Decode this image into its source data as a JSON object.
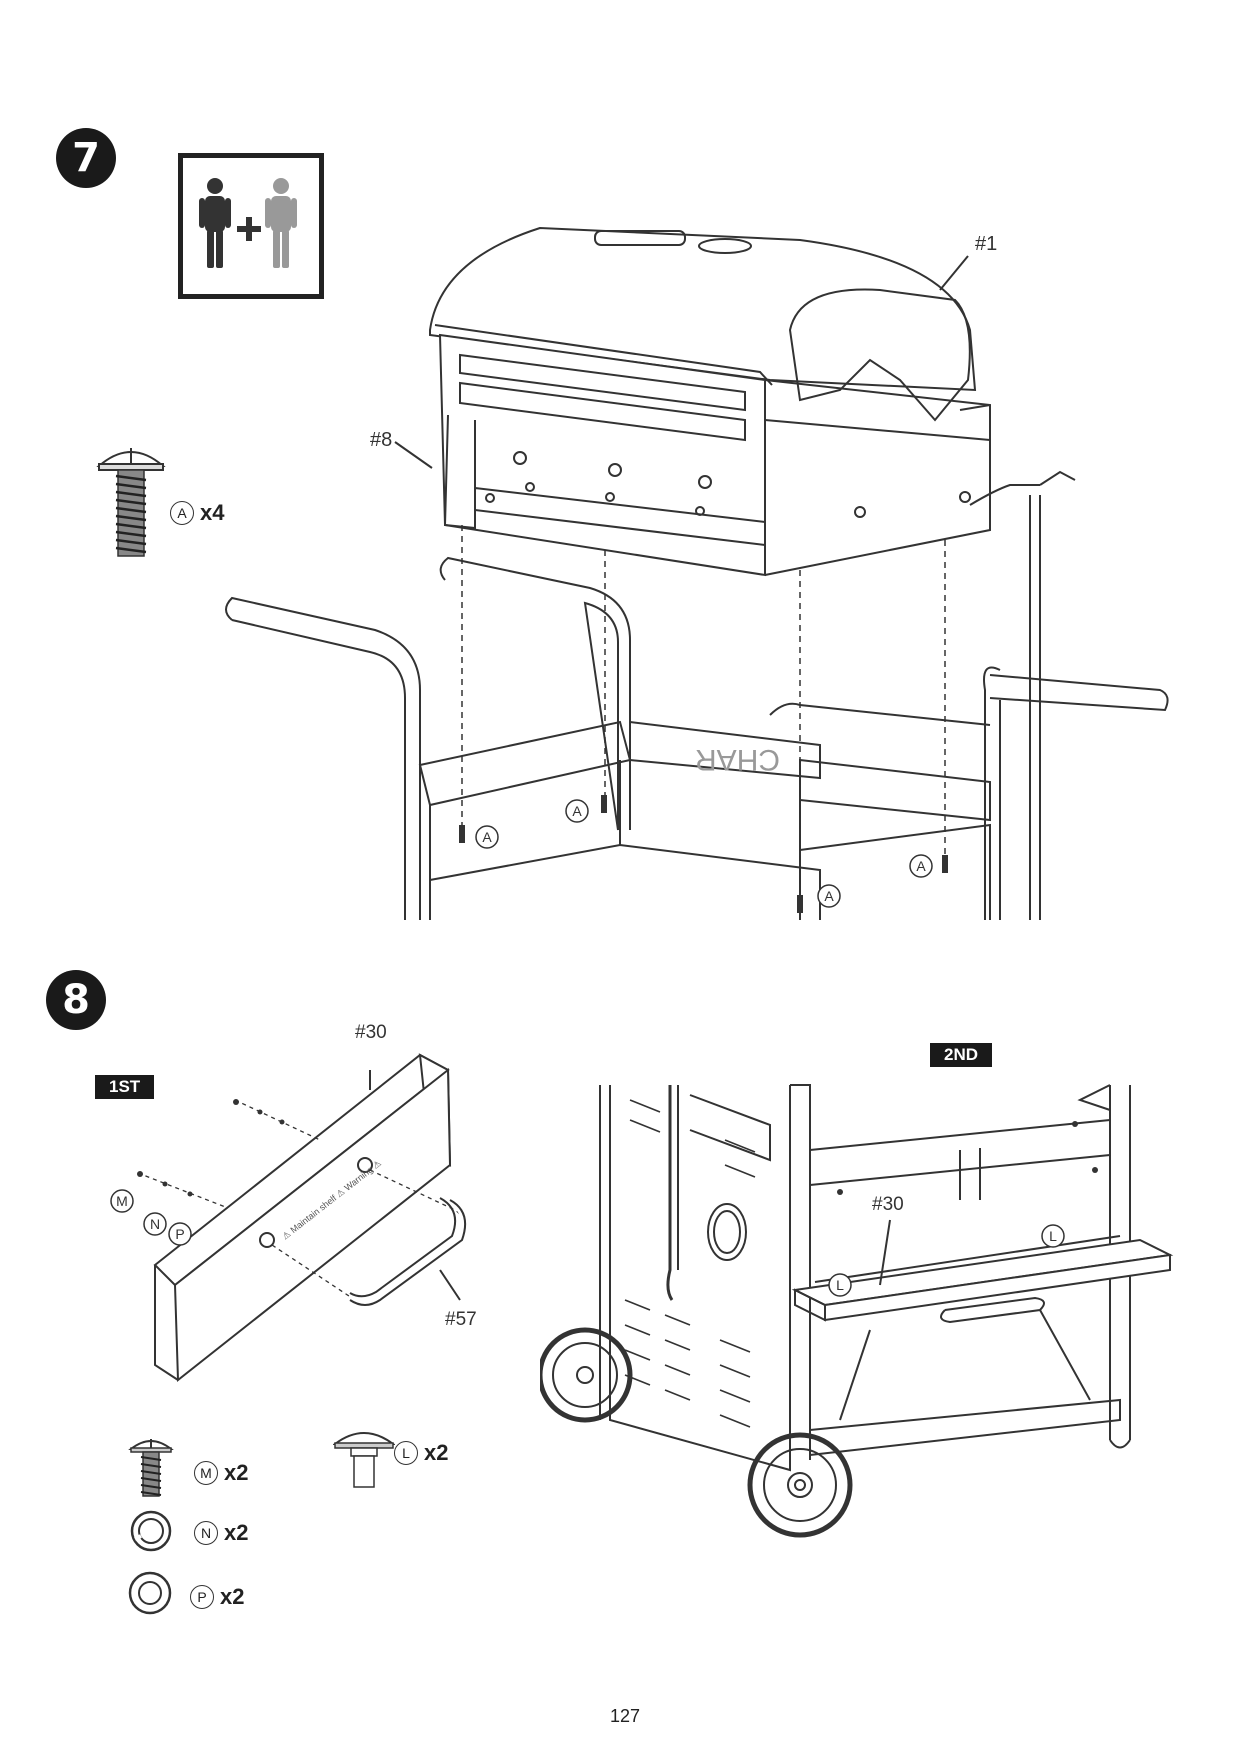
{
  "step7": {
    "number": "7",
    "labels": {
      "lid": "#1",
      "panel": "#8"
    },
    "part": {
      "letter": "A",
      "qty": "x4"
    },
    "callouts": [
      "A",
      "A",
      "A",
      "A"
    ]
  },
  "step8": {
    "number": "8",
    "first_tag": "1ST",
    "second_tag": "2ND",
    "labels": {
      "shelf": "#30",
      "handle": "#57",
      "shelf_2nd": "#30"
    },
    "exploded_letters": [
      "M",
      "N",
      "P"
    ],
    "callouts_2nd": [
      "L",
      "L"
    ],
    "parts": [
      {
        "letter": "M",
        "qty": "x2"
      },
      {
        "letter": "N",
        "qty": "x2"
      },
      {
        "letter": "P",
        "qty": "x2"
      },
      {
        "letter": "L",
        "qty": "x2"
      }
    ]
  },
  "page": {
    "number": "127"
  }
}
